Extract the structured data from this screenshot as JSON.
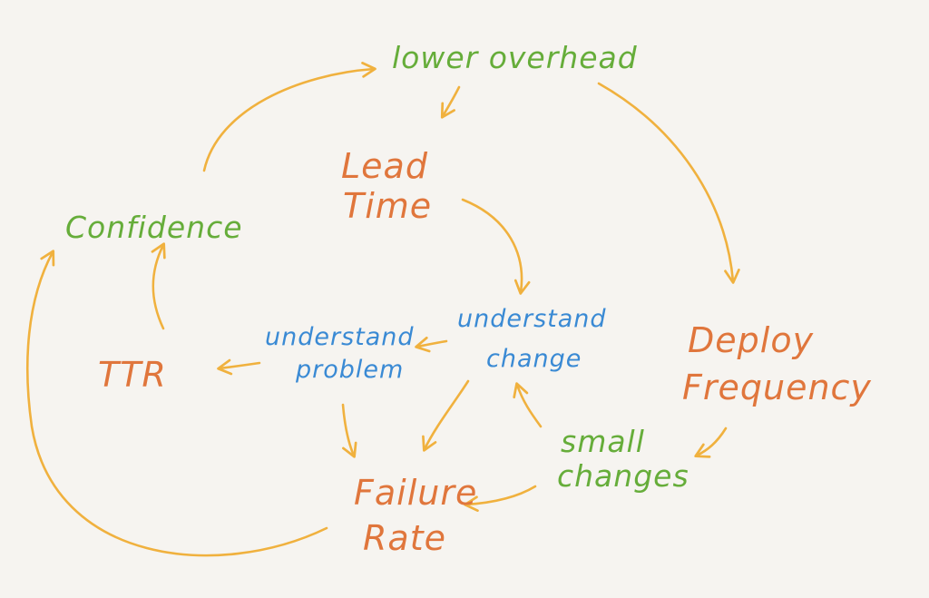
{
  "nodes": {
    "lower_overhead": {
      "lines": [
        "lower overhead"
      ],
      "color": "#66ad3a"
    },
    "confidence": {
      "lines": [
        "Confidence"
      ],
      "color": "#66ad3a"
    },
    "small_changes": {
      "lines": [
        "small",
        "changes"
      ],
      "color": "#66ad3a"
    },
    "lead_time": {
      "lines": [
        "Lead",
        "Time"
      ],
      "color": "#e0763c"
    },
    "deploy_frequency": {
      "lines": [
        "Deploy",
        "Frequency"
      ],
      "color": "#e0763c"
    },
    "ttr": {
      "lines": [
        "TTR"
      ],
      "color": "#e0763c"
    },
    "failure_rate": {
      "lines": [
        "Failure",
        "Rate"
      ],
      "color": "#e0763c"
    },
    "understand_problem": {
      "lines": [
        "understand",
        "problem"
      ],
      "color": "#3a8ad4"
    },
    "understand_change": {
      "lines": [
        "understand",
        "change"
      ],
      "color": "#3a8ad4"
    }
  },
  "edges": [
    {
      "from": "confidence",
      "to": "lower_overhead"
    },
    {
      "from": "lower_overhead",
      "to": "lead_time"
    },
    {
      "from": "lower_overhead",
      "to": "deploy_frequency"
    },
    {
      "from": "lead_time",
      "to": "understand_change"
    },
    {
      "from": "understand_change",
      "to": "understand_problem"
    },
    {
      "from": "understand_problem",
      "to": "ttr"
    },
    {
      "from": "ttr",
      "to": "confidence"
    },
    {
      "from": "understand_problem",
      "to": "failure_rate"
    },
    {
      "from": "understand_change",
      "to": "failure_rate"
    },
    {
      "from": "small_changes",
      "to": "understand_change"
    },
    {
      "from": "deploy_frequency",
      "to": "small_changes"
    },
    {
      "from": "small_changes",
      "to": "failure_rate"
    },
    {
      "from": "failure_rate",
      "to": "confidence"
    }
  ],
  "colors": {
    "background": "#f6f4f0",
    "arrow": "#f0b13e"
  }
}
